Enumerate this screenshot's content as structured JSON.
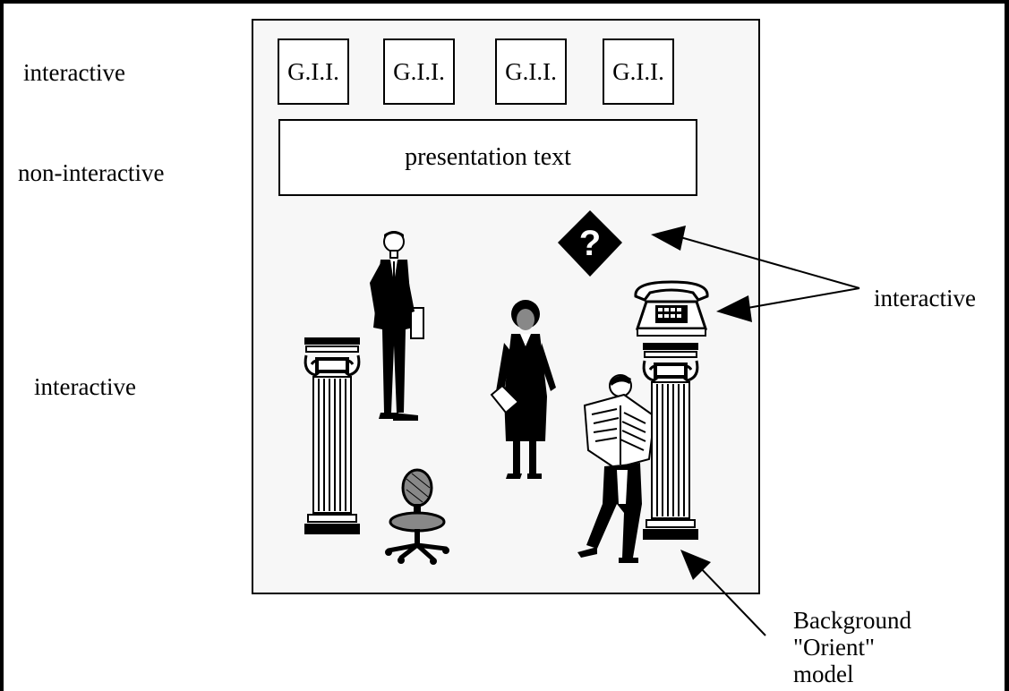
{
  "labels": {
    "interactive_top": "interactive",
    "non_interactive": "non-interactive",
    "interactive_middle": "interactive",
    "interactive_right": "interactive",
    "background_model": "Background\n\"Orient\"\nmodel"
  },
  "screen": {
    "gii_buttons": [
      "G.I.I.",
      "G.I.I.",
      "G.I.I.",
      "G.I.I."
    ],
    "presentation_text": "presentation text"
  },
  "figures": [
    "column-left",
    "businessman",
    "office-chair",
    "businesswoman",
    "help-diamond",
    "telephone",
    "man-reading-newspaper",
    "column-right"
  ],
  "colors": {
    "ink": "#000000",
    "screen_bg": "#f7f7f7",
    "paper": "#ffffff"
  }
}
